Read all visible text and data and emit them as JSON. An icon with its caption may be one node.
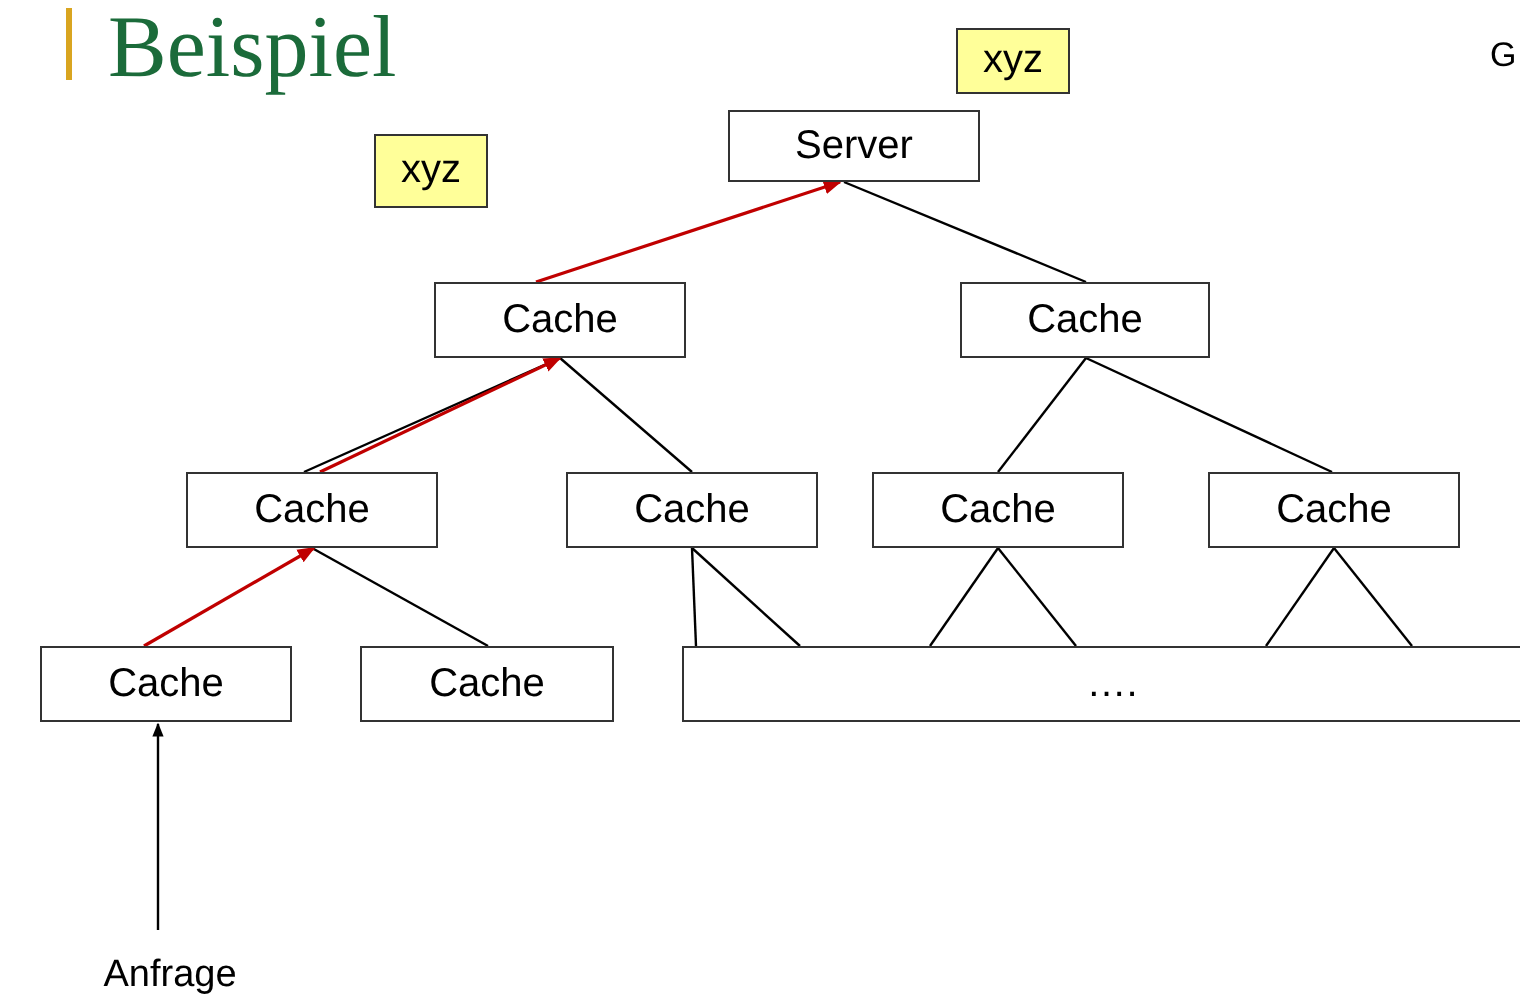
{
  "diagram": {
    "title": "Beispiel",
    "nodes": [
      {
        "text": [
          "Server"
        ]
      },
      {
        "text": [
          "Cache"
        ]
      },
      {
        "text": [
          "Cache"
        ]
      },
      {
        "text": [
          "Cache"
        ]
      },
      {
        "text": [
          "Cache"
        ]
      },
      {
        "text": [
          "Cache"
        ]
      },
      {
        "text": [
          "Cache"
        ]
      },
      {
        "text": [
          "Cache"
        ]
      },
      {
        "text": [
          "Cache"
        ]
      },
      {
        "text": [
          "…."
        ]
      },
      {
        "text": [
          "Anfrage"
        ]
      },
      {
        "text": [
          "xyz"
        ]
      },
      {
        "text": [
          "xyz"
        ]
      }
    ],
    "edges": [
      {
        "from": 0,
        "to": 2,
        "arrow": "none"
      },
      {
        "from": 1,
        "to": 3,
        "arrow": "none"
      },
      {
        "from": 1,
        "to": 4,
        "arrow": "none"
      },
      {
        "from": 2,
        "to": 5,
        "arrow": "none"
      },
      {
        "from": 2,
        "to": 6,
        "arrow": "none"
      },
      {
        "from": 3,
        "to": 8,
        "arrow": "none"
      },
      {
        "from": 4,
        "to": 9,
        "arrow": "none"
      },
      {
        "from": 4,
        "to": 9,
        "arrow": "none"
      },
      {
        "from": 5,
        "to": 9,
        "arrow": "none"
      },
      {
        "from": 5,
        "to": 9,
        "arrow": "none"
      },
      {
        "from": 6,
        "to": 9,
        "arrow": "none"
      },
      {
        "from": 6,
        "to": 9,
        "arrow": "none"
      },
      {
        "from": 7,
        "to": 3,
        "arrow": "to",
        "color": "#c00000"
      },
      {
        "from": 3,
        "to": 1,
        "arrow": "to",
        "color": "#c00000"
      },
      {
        "from": 1,
        "to": 0,
        "arrow": "to",
        "color": "#c00000"
      },
      {
        "from": 10,
        "to": 7,
        "arrow": "to"
      }
    ],
    "labels": [
      "G"
    ]
  }
}
